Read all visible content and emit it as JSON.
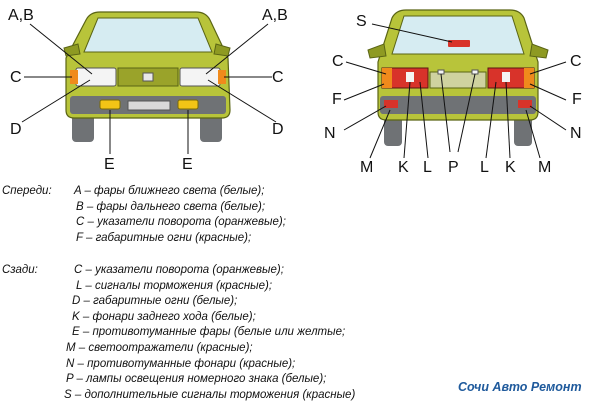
{
  "front_view": {
    "callouts": {
      "ab_left": "A,B",
      "ab_right": "A,B",
      "c_left": "C",
      "c_right": "C",
      "d_left": "D",
      "d_right": "D",
      "e_left": "E",
      "e_right": "E"
    }
  },
  "rear_view": {
    "callouts": {
      "s": "S",
      "c_left": "C",
      "c_right": "C",
      "f_left": "F",
      "f_right": "F",
      "n_left": "N",
      "n_right": "N",
      "bottom": [
        "M",
        "K",
        "L",
        "P",
        "L",
        "K",
        "M"
      ]
    }
  },
  "legend": {
    "front": {
      "label": "Спереди:",
      "items": [
        "A – фары ближнего света (белые);",
        "B – фары дальнего света (белые);",
        "C – указатели поворота (оранжевые);",
        "F – габаритные огни (красные);"
      ]
    },
    "rear": {
      "label": "Сзади:",
      "items": [
        "C – указатели поворота (оранжевые);",
        "L – сигналы торможения (красные);",
        "D – габаритные огни (белые);",
        "K – фонари заднего хода (белые);",
        "E – противотуманные фары (белые или желтые;",
        "M – светоотражатели (красные);",
        "N – противотуманные фонари (красные);",
        "P – лампы освещения номерного знака (белые);",
        "S – дополнительные сигналы торможения (красные)"
      ]
    }
  },
  "watermark": "Сочи Авто Ремонт",
  "colors": {
    "body": "#b8c43a",
    "body_dark": "#8e9a22",
    "glass": "#d6ecf2",
    "bumper": "#6f7275",
    "taillight_red": "#d8332a",
    "fog_amber": "#f2c416"
  }
}
